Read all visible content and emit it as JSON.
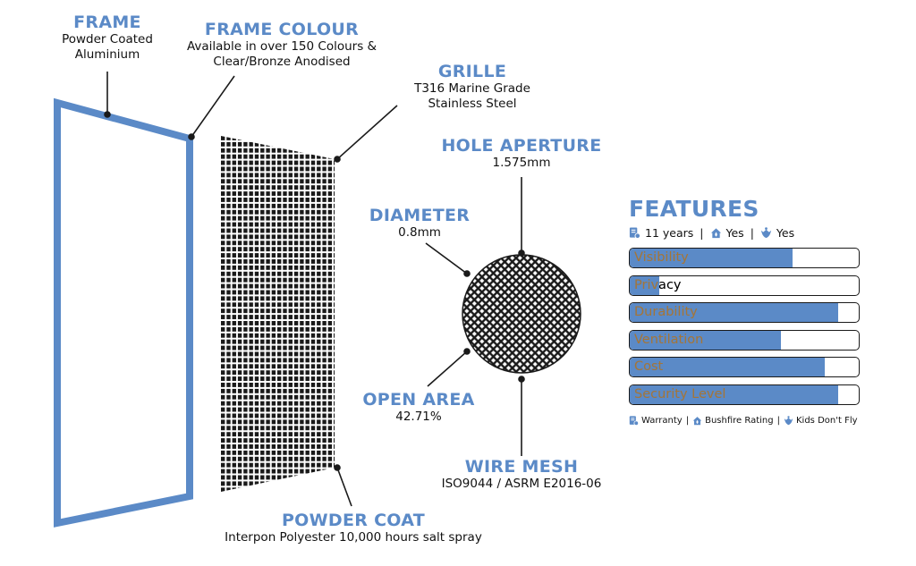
{
  "labels": {
    "frame": {
      "title": "FRAME",
      "line1": "Powder Coated",
      "line2": "Aluminium"
    },
    "frame_colour": {
      "title": "FRAME COLOUR",
      "line1": "Available in over 150 Colours &",
      "line2": "Clear/Bronze Anodised"
    },
    "grille": {
      "title": "GRILLE",
      "line1": "T316 Marine Grade",
      "line2": "Stainless Steel"
    },
    "hole_aperture": {
      "title": "HOLE APERTURE",
      "value": "1.575mm"
    },
    "diameter": {
      "title": "DIAMETER",
      "value": "0.8mm"
    },
    "open_area": {
      "title": "OPEN AREA",
      "value": "42.71%"
    },
    "wire_mesh": {
      "title": "WIRE MESH",
      "value": "ISO9044 / ASRM E2016-06"
    },
    "powder_coat": {
      "title": "POWDER COAT",
      "value": "Interpon Polyester 10,000 hours salt spray"
    }
  },
  "features": {
    "title": "FEATURES",
    "summary": {
      "warranty": "11 years",
      "bushfire": "Yes",
      "kids": "Yes",
      "separator": "|"
    },
    "bars": [
      {
        "label": "Visibility",
        "level": 0.71
      },
      {
        "label": "Privacy",
        "level": 0.13
      },
      {
        "label": "Durability",
        "level": 0.91
      },
      {
        "label": "Ventilation",
        "level": 0.66
      },
      {
        "label": "Cost",
        "level": 0.85
      },
      {
        "label": "Security Level",
        "level": 0.91
      }
    ],
    "legend": {
      "warranty": "Warranty",
      "bushfire": "Bushfire Rating",
      "kids": "Kids Don't Fly",
      "separator": "|"
    }
  },
  "colors": {
    "accent": "#5b8ac7",
    "ink": "#1a1a1a"
  },
  "icons": [
    "warranty-icon",
    "bushfire-icon",
    "kids-dont-fly-icon"
  ]
}
